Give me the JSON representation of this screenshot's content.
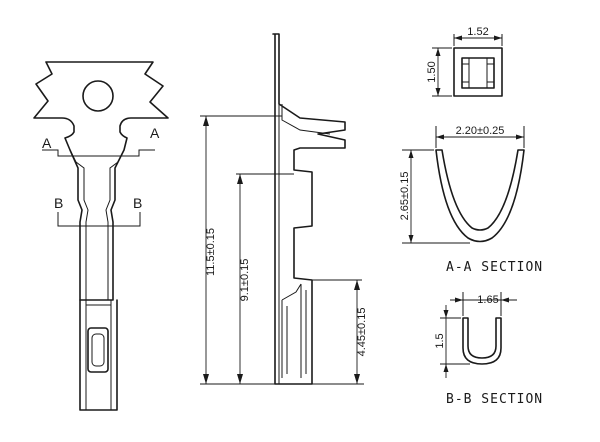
{
  "front_view": {
    "section_a_left": "A",
    "section_a_right": "A",
    "section_b_left": "B",
    "section_b_right": "B"
  },
  "side_view": {
    "dim_total": "11.5±0.15",
    "dim_mid": "9.1±0.15",
    "dim_low": "4.45±0.15"
  },
  "top_section": {
    "dim_width": "1.52",
    "dim_height": "1.50"
  },
  "section_aa": {
    "dim_width": "2.20±0.25",
    "dim_height": "2.65±0.15",
    "caption": "A-A SECTION"
  },
  "section_bb": {
    "dim_width": "1.65",
    "dim_height": "1.5",
    "caption": "B-B SECTION"
  }
}
